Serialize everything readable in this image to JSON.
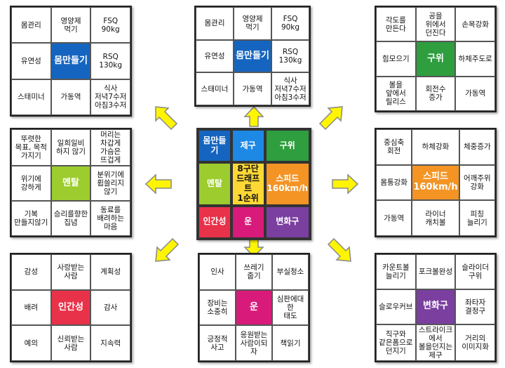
{
  "colors": {
    "body": "#1565c0",
    "stamina": "#1e88e5",
    "pitch": "#2e9e3e",
    "mental": "#9ccc2e",
    "draft": "#fdd835",
    "speed": "#f39425",
    "human": "#e8324a",
    "luck": "#d81b7a",
    "breaking": "#7b3fa0",
    "arrow_fill": "#fff500",
    "arrow_stroke": "#888888"
  },
  "core": {
    "body": "몸만들기",
    "stamina": "제구",
    "pitch": "구위",
    "mental": "멘탈",
    "goal": "8구단\n드래프트\n1순위",
    "speed": "스피드\n160km/h",
    "human": "인간성",
    "luck": "운",
    "breaking": "변화구"
  },
  "grids": {
    "body_top_left": [
      "몸관리",
      "영양제\n먹기",
      "FSQ\n90kg",
      "유연성",
      "몸만들기",
      "RSQ\n130kg",
      "스태미너",
      "가동역",
      "식사\n저녁7수저\n아침3수저"
    ],
    "body_top": [
      "몸관리",
      "영양제\n먹기",
      "FSQ\n90kg",
      "유연성",
      "몸만들기",
      "RSQ\n130kg",
      "스태미너",
      "가동역",
      "식사\n저녁7수저\n아침3수저"
    ],
    "pitch": [
      "각도를\n만든다",
      "공을\n위에서\n던진다",
      "손목강화",
      "힘모으기",
      "구위",
      "하체주도로",
      "볼을\n앞에서\n릴리스",
      "회전수\n증가",
      "가동역"
    ],
    "mental": [
      "뚜렷한\n목표, 목적\n가지기",
      "일희일비\n하지 않기",
      "머리는\n차갑게\n가슴은\n뜨겁게",
      "위기에\n강하게",
      "멘탈",
      "분위기에\n휩쓸리지\n않기",
      "기복\n만들지않기",
      "승리를향한\n집념",
      "동료를\n배려하는\n마음"
    ],
    "speed": [
      "중심축\n회전",
      "하체강화",
      "체중증가",
      "몸통강화",
      "스피드\n160km/h",
      "어깨주위\n강화",
      "가동역",
      "라이너\n캐치볼",
      "피칭\n늘리기"
    ],
    "human": [
      "감성",
      "사랑받는\n사람",
      "계획성",
      "배려",
      "인간성",
      "감사",
      "예의",
      "신뢰받는\n사람",
      "지속력"
    ],
    "luck": [
      "인사",
      "쓰레기\n줍기",
      "부실청소",
      "장비는\n소중히",
      "운",
      "심판에대한\n태도",
      "긍정적\n사고",
      "응원받는\n사람이되자",
      "책읽기"
    ],
    "breaking": [
      "카운트볼\n늘리기",
      "포크볼완성",
      "슬라이더\n구위",
      "슬로우커브",
      "변화구",
      "좌타자\n결정구",
      "직구와\n같은폼으로\n던지기",
      "스트라이크에서\n볼을던지는\n제구",
      "거리의\n이미지화"
    ]
  }
}
